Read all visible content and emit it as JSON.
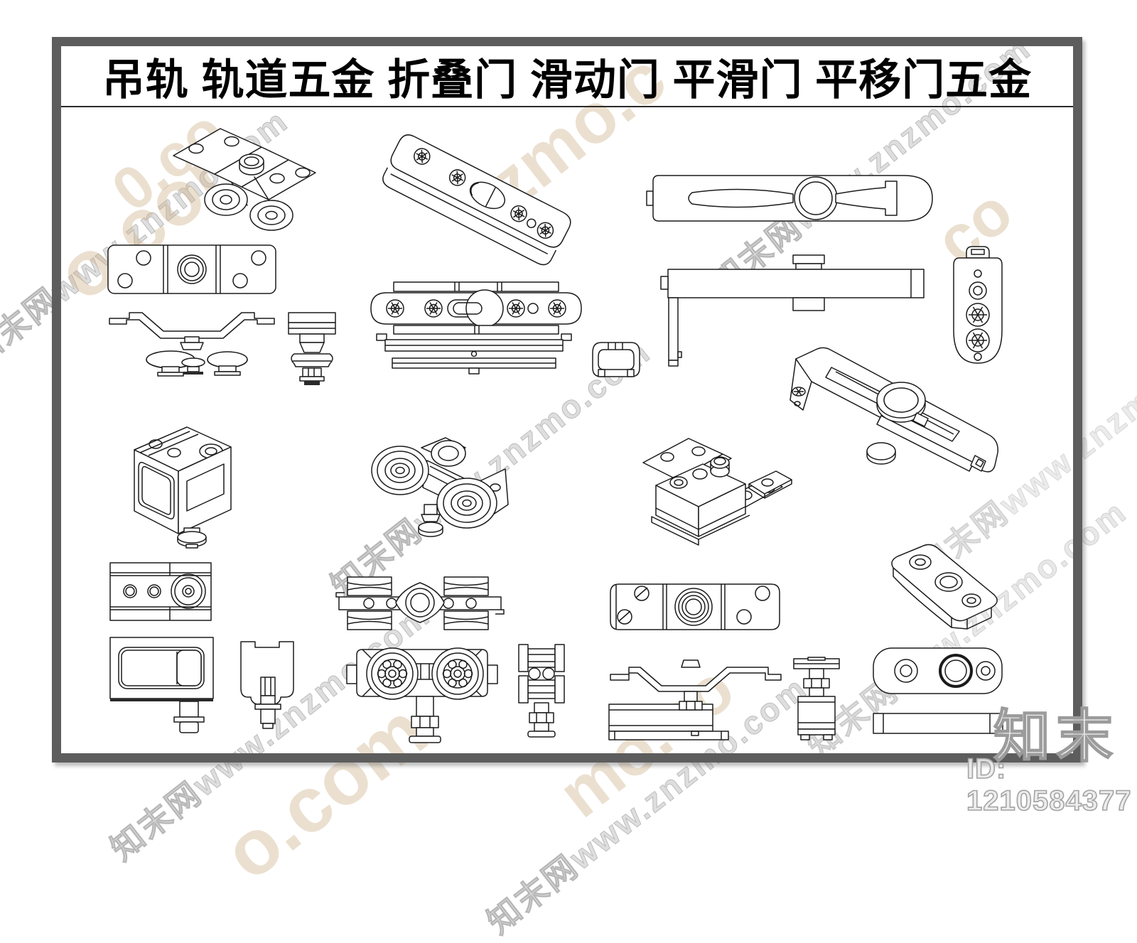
{
  "header": {
    "title": "吊轨 轨道五金 折叠门 滑动门 平滑门 平移门五金"
  },
  "watermark": {
    "text": "知末网www.znzmo.com",
    "fragments": [
      "o.com",
      "zmo.c",
      "o.com",
      "mo.co",
      "co",
      "0.co"
    ],
    "logo_text": "知末",
    "id_text": "ID: 1210584377",
    "text_color": "#b0b0b0",
    "accent_color": "#cdb28b"
  },
  "frame": {
    "color": "#5d5d5d"
  },
  "canvas": {
    "background": "#ffffff",
    "line_color": "#1b1b1b"
  }
}
